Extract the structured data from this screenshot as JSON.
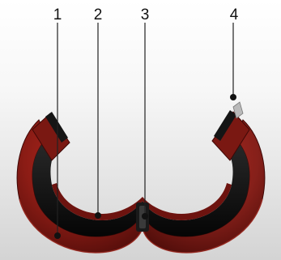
{
  "callouts": [
    {
      "number": "1"
    },
    {
      "number": "2"
    },
    {
      "number": "3"
    },
    {
      "number": "4"
    }
  ],
  "colors": {
    "background_top": "#ffffff",
    "background_bottom": "#d4d4d4",
    "shell_red": "#8b1c15",
    "shell_red_dark": "#5a0d0a",
    "liner_black": "#111111",
    "leader_line": "#222222",
    "latch_silver": "#b9b9b9"
  }
}
